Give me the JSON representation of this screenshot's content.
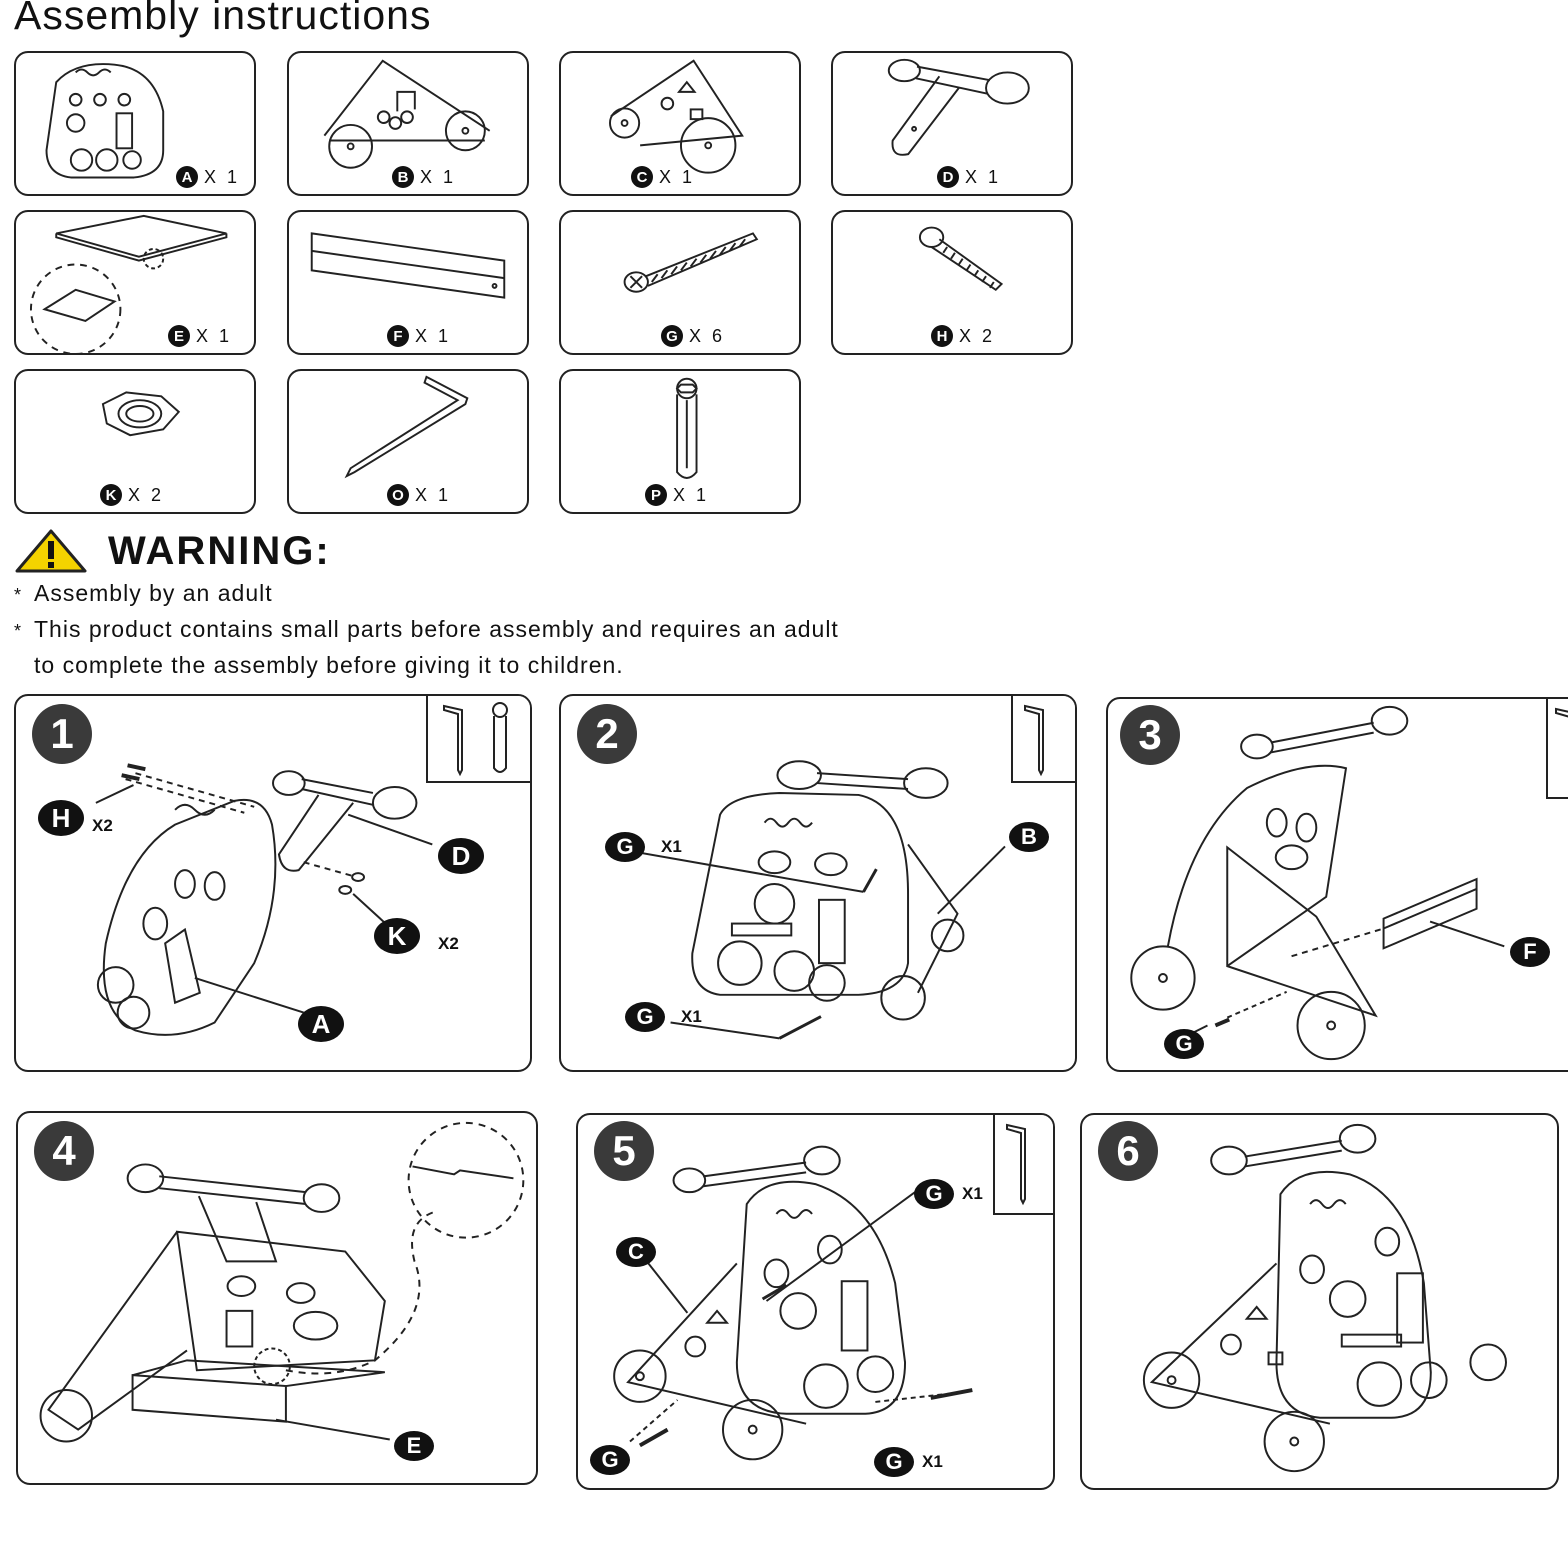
{
  "header": {
    "title": "Assembly instructions"
  },
  "parts": [
    {
      "letter": "A",
      "qty": "X 1",
      "icon": "activity-panel-icon"
    },
    {
      "letter": "B",
      "qty": "X 1",
      "icon": "right-side-panel-icon"
    },
    {
      "letter": "C",
      "qty": "X 1",
      "icon": "left-side-panel-icon"
    },
    {
      "letter": "D",
      "qty": "X 1",
      "icon": "handle-icon"
    },
    {
      "letter": "E",
      "qty": "X 1",
      "icon": "shelf-board-icon"
    },
    {
      "letter": "F",
      "qty": "X 1",
      "icon": "crossbar-icon"
    },
    {
      "letter": "G",
      "qty": "X 6",
      "icon": "long-screw-icon"
    },
    {
      "letter": "H",
      "qty": "X 2",
      "icon": "bolt-icon"
    },
    {
      "letter": "K",
      "qty": "X 2",
      "icon": "nut-icon"
    },
    {
      "letter": "O",
      "qty": "X 1",
      "icon": "allen-key-icon"
    },
    {
      "letter": "P",
      "qty": "X 1",
      "icon": "socket-wrench-icon"
    }
  ],
  "warning": {
    "title": "WARNING:",
    "star": "*",
    "line1": "Assembly by an adult",
    "line2": "This product contains small parts before assembly and requires an adult",
    "line3": "to complete the assembly before giving it to children."
  },
  "steps": [
    {
      "number": "1",
      "callouts": [
        {
          "letter": "H",
          "qty": "X2"
        },
        {
          "letter": "D",
          "qty": ""
        },
        {
          "letter": "K",
          "qty": "X2"
        },
        {
          "letter": "A",
          "qty": ""
        }
      ]
    },
    {
      "number": "2",
      "callouts": [
        {
          "letter": "G",
          "qty": "X1"
        },
        {
          "letter": "B",
          "qty": ""
        },
        {
          "letter": "G",
          "qty": "X1"
        }
      ]
    },
    {
      "number": "3",
      "callouts": [
        {
          "letter": "F",
          "qty": ""
        },
        {
          "letter": "G",
          "qty": ""
        }
      ]
    },
    {
      "number": "4",
      "callouts": [
        {
          "letter": "E",
          "qty": ""
        }
      ]
    },
    {
      "number": "5",
      "callouts": [
        {
          "letter": "G",
          "qty": "X1"
        },
        {
          "letter": "C",
          "qty": ""
        },
        {
          "letter": "G",
          "qty": ""
        },
        {
          "letter": "G",
          "qty": "X1"
        }
      ]
    },
    {
      "number": "6",
      "callouts": []
    }
  ]
}
